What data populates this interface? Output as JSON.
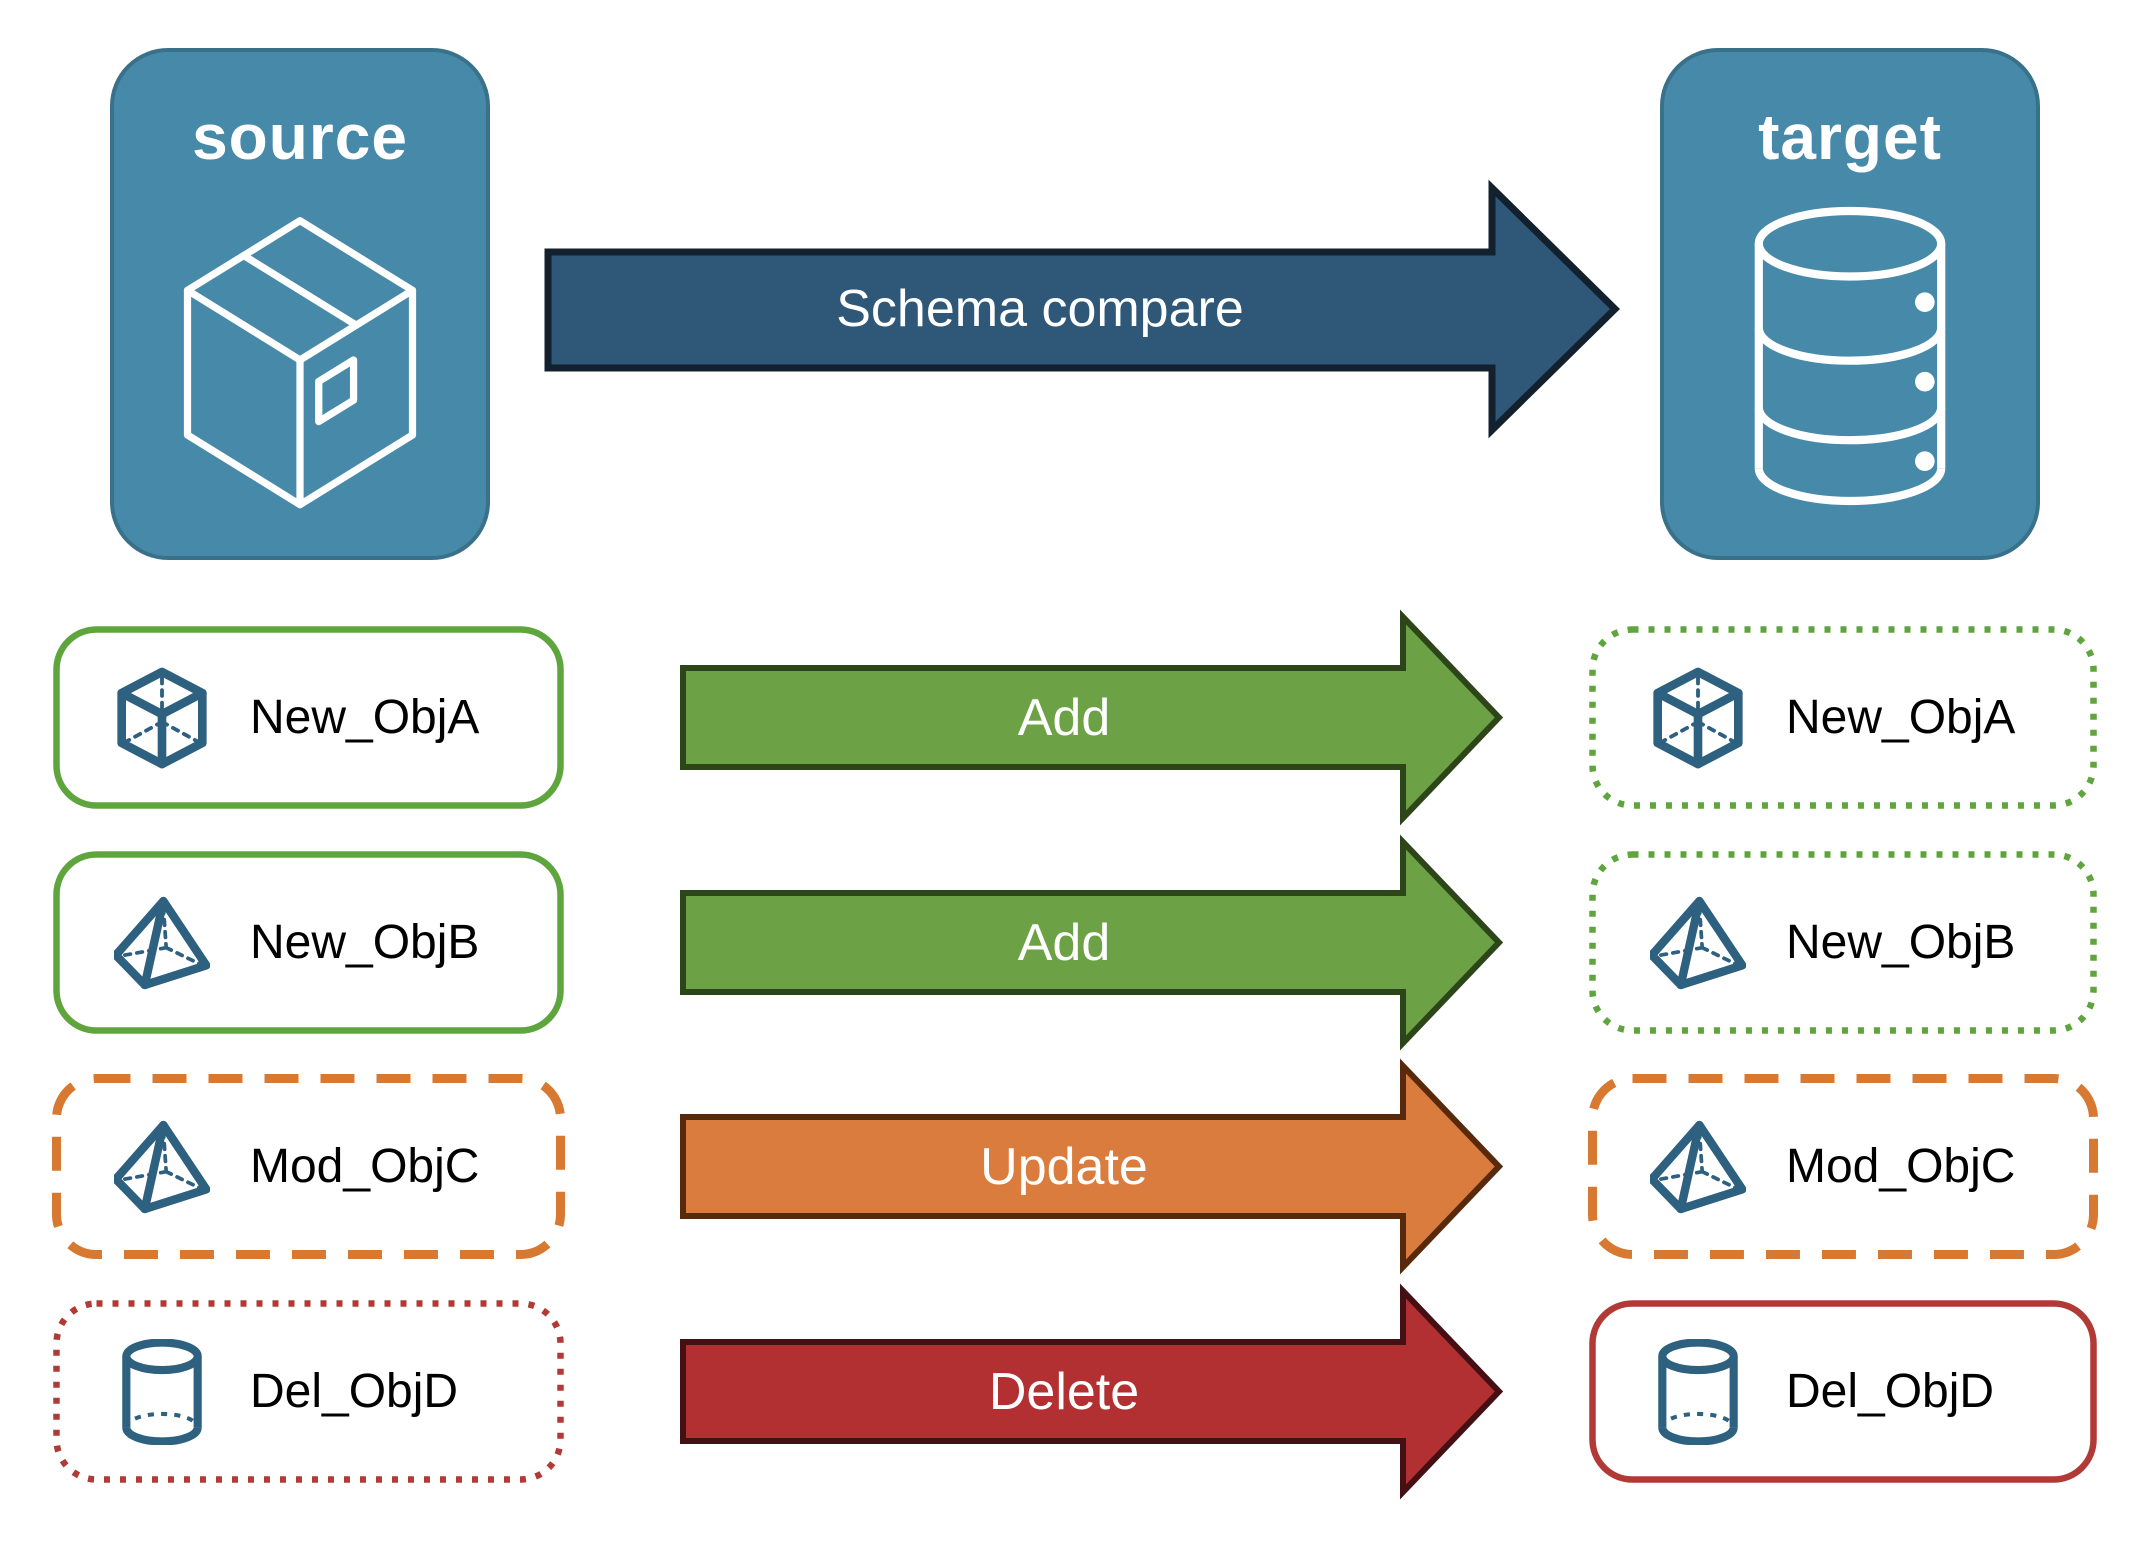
{
  "source_node": {
    "label": "source",
    "icon": "package-box-icon"
  },
  "target_node": {
    "label": "target",
    "icon": "database-icon"
  },
  "compare_arrow": {
    "label": "Schema compare"
  },
  "rows": [
    {
      "object": "New_ObjA",
      "icon": "cube-3d-icon",
      "action": "Add",
      "change": "add",
      "source_border": "solid",
      "target_border": "dotted"
    },
    {
      "object": "New_ObjB",
      "icon": "pyramid-icon",
      "action": "Add",
      "change": "add",
      "source_border": "solid",
      "target_border": "dotted"
    },
    {
      "object": "Mod_ObjC",
      "icon": "pyramid-icon",
      "action": "Update",
      "change": "update",
      "source_border": "dashed",
      "target_border": "dashed"
    },
    {
      "object": "Del_ObjD",
      "icon": "cylinder-icon",
      "action": "Delete",
      "change": "delete",
      "source_border": "dotted",
      "target_border": "solid"
    }
  ],
  "colors": {
    "background": "#FFFFFF",
    "node_fill": "#4789A9",
    "node_border": "#3A718A",
    "node_text": "#FFFFFF",
    "icon_stroke": "#2E607F",
    "label_text": "#000000",
    "arrow_text": "#FFFFFF",
    "compare_fill": "#2F5878",
    "compare_border": "#13202D",
    "add_fill": "#6CA145",
    "add_border": "#2C461A",
    "add_box_border": "#5FA53E",
    "update_fill": "#D97C3D",
    "update_border": "#59290C",
    "update_box_border": "#D87931",
    "delete_fill": "#B23031",
    "delete_border": "#451013",
    "delete_box_border": "#B23A36"
  }
}
